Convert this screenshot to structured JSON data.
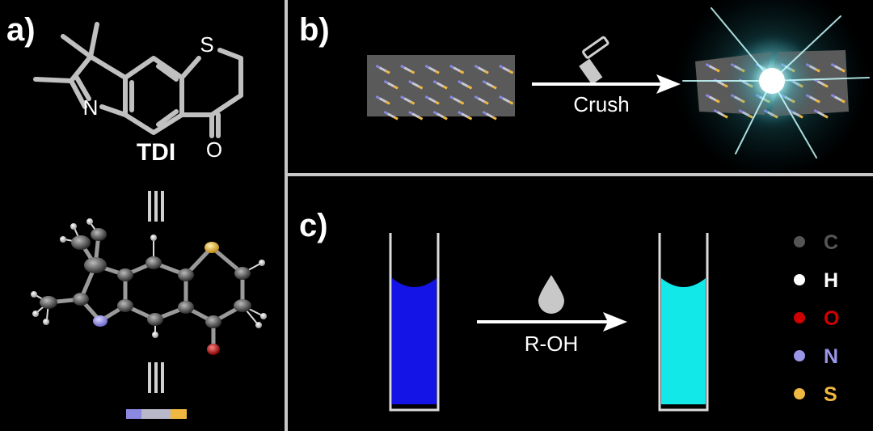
{
  "panels": {
    "a": {
      "label": "a)",
      "molecule_name": "TDI",
      "atom_labels": {
        "sulfur": "S",
        "nitrogen": "N",
        "oxygen": "O"
      }
    },
    "b": {
      "label": "b)",
      "arrow_text": "Crush"
    },
    "c": {
      "label": "c)",
      "arrow_text": "R-OH"
    }
  },
  "legend": [
    {
      "symbol": "C",
      "color": "#555555"
    },
    {
      "symbol": "H",
      "color": "#ffffff"
    },
    {
      "symbol": "O",
      "color": "#d00000"
    },
    {
      "symbol": "N",
      "color": "#9a96e8"
    },
    {
      "symbol": "S",
      "color": "#f0b840"
    }
  ],
  "colors": {
    "divider": "#c8c8c8",
    "solution_before": "#1414e6",
    "solution_after": "#12e8e8",
    "crystal": "#5a5a5a",
    "glow": "#8ff4ff"
  }
}
